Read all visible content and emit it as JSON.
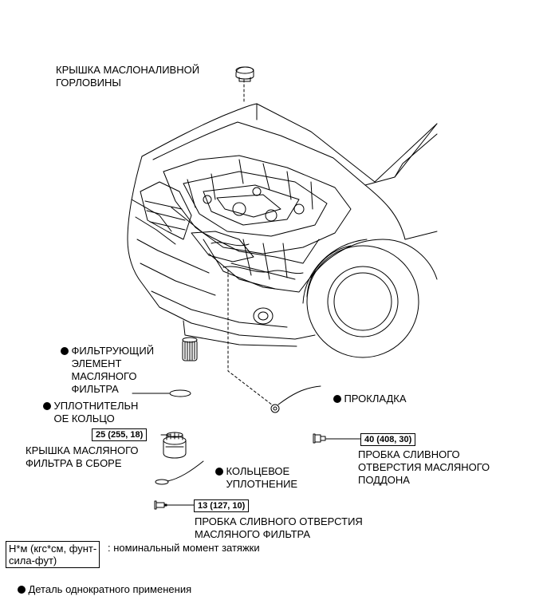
{
  "labels": {
    "filler_cap": "КРЫШКА МАСЛОНАЛИВНОЙ\nГОРЛОВИНЫ",
    "filter_element": "ФИЛЬТРУЮЩИЙ\nЭЛЕМЕНТ\nМАСЛЯНОГО\nФИЛЬТРА",
    "seal_ring": "УПЛОТНИТЕЛЬН\nОЕ КОЛЬЦО",
    "gasket": "ПРОКЛАДКА",
    "filter_cap_assy": "КРЫШКА МАСЛЯНОГО\nФИЛЬТРА В СБОРЕ",
    "o_ring": "КОЛЬЦЕВОЕ\nУПЛОТНЕНИЕ",
    "pan_drain_plug": "ПРОБКА СЛИВНОГО\nОТВЕРСТИЯ МАСЛЯНОГО\nПОДДОНА",
    "filter_drain_plug": "ПРОБКА СЛИВНОГО ОТВЕРСТИЯ\nМАСЛЯНОГО ФИЛЬТРА"
  },
  "torques": {
    "filter_cap": "25 (255, 18)",
    "pan_drain_plug": "40 (408, 30)",
    "filter_drain_plug": "13 (127, 10)"
  },
  "legend": {
    "unit_box": "Н*м (кгс*см, фунт-\nсила-фут)",
    "unit_desc": ": номинальный момент затяжки",
    "single_use": "Деталь однократного применения"
  }
}
